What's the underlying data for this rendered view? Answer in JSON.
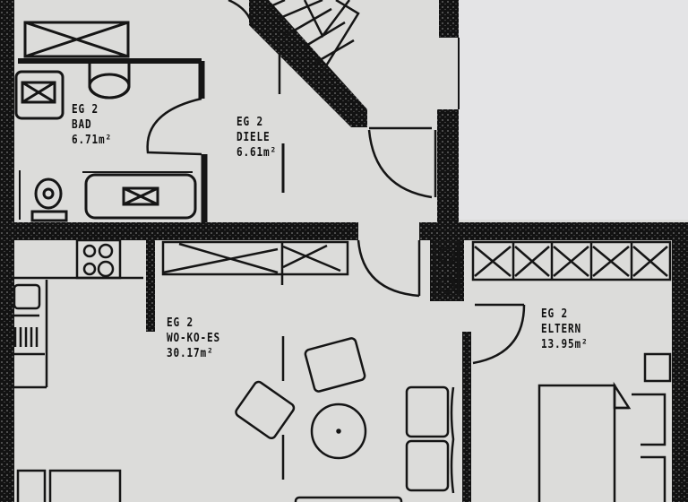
{
  "floor_plan": {
    "floor": "EG 2",
    "rooms": [
      {
        "id": "bad",
        "level": "EG 2",
        "name": "BAD",
        "area": "6.71m²"
      },
      {
        "id": "diele",
        "level": "EG 2",
        "name": "DIELE",
        "area": "6.61m²"
      },
      {
        "id": "wo-ko-es",
        "level": "EG 2",
        "name": "WO-KO-ES",
        "area": "30.17m²"
      },
      {
        "id": "eltern",
        "level": "EG 2",
        "name": "ELTERN",
        "area": "13.95m²"
      }
    ],
    "fixtures": [
      "bathtub",
      "toilet",
      "washbasin",
      "shower-tray",
      "stove-hob",
      "sink",
      "dining-table",
      "chairs",
      "sofa",
      "bed",
      "wardrobe",
      "staircase"
    ],
    "colors": {
      "wall": "#111111",
      "paper": "#dcdcda",
      "line": "#151515"
    }
  }
}
